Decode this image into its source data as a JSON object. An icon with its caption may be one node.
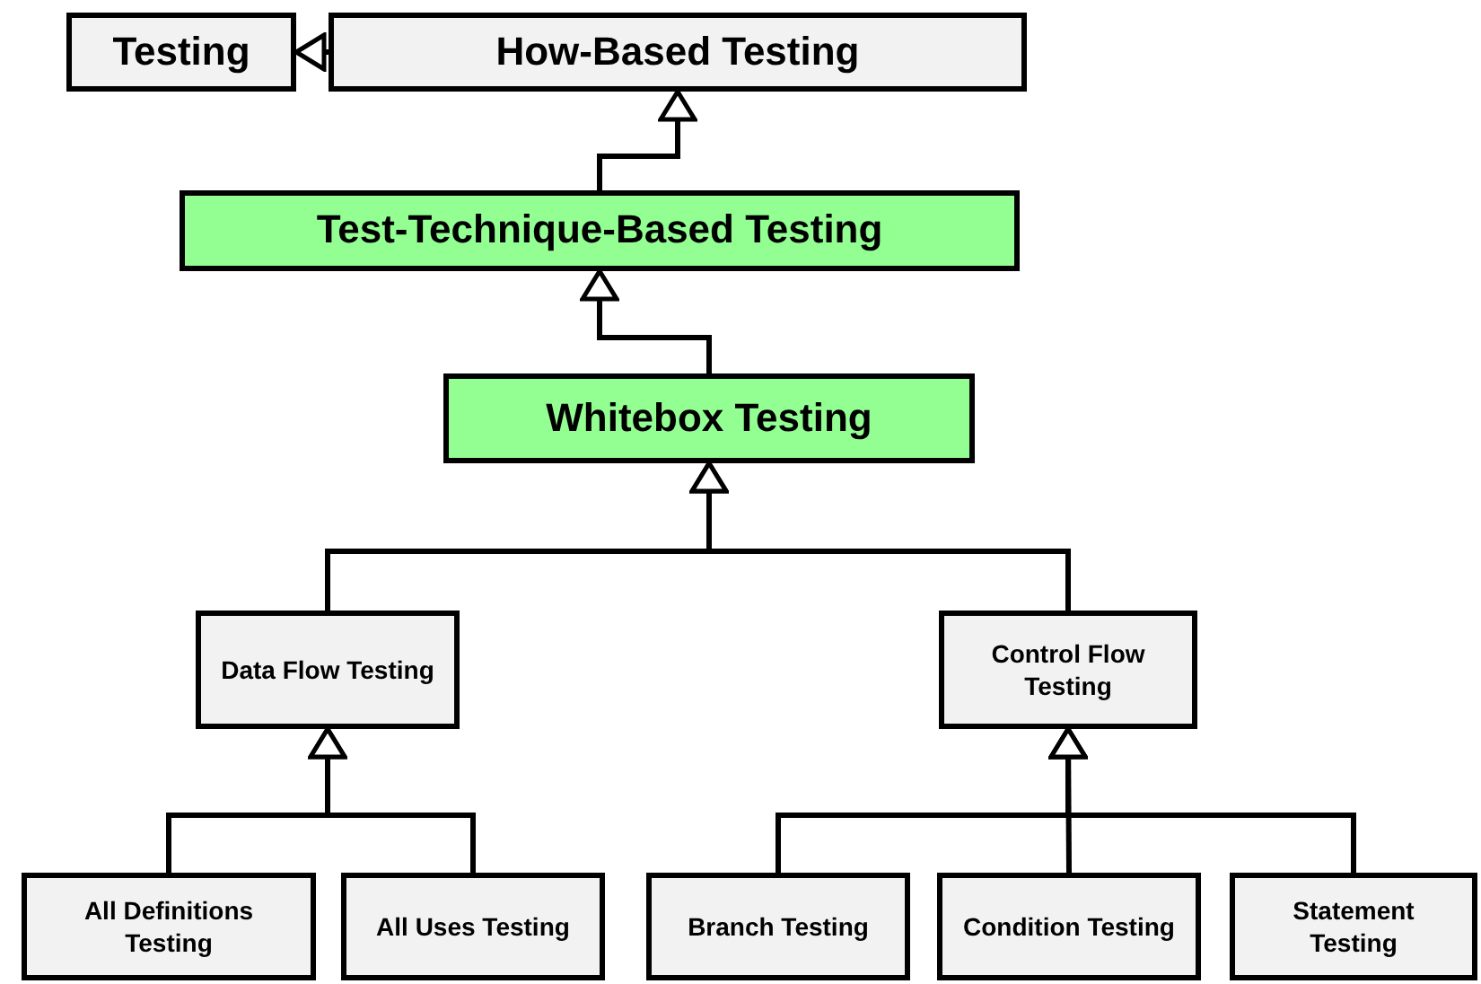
{
  "diagram": {
    "nodes": [
      {
        "text": [
          "Testing"
        ]
      },
      {
        "text": [
          "How-Based Testing"
        ]
      },
      {
        "text": [
          "Test-Technique-Based Testing"
        ]
      },
      {
        "text": [
          "Whitebox Testing"
        ]
      },
      {
        "text": [
          "Data Flow Testing"
        ]
      },
      {
        "text": [
          "Control Flow Testing"
        ]
      },
      {
        "text": [
          "All Definitions Testing"
        ]
      },
      {
        "text": [
          "All Uses Testing"
        ]
      },
      {
        "text": [
          "Branch Testing"
        ]
      },
      {
        "text": [
          "Condition Testing"
        ]
      },
      {
        "text": [
          "Statement Testing"
        ]
      }
    ],
    "edges": [
      {
        "from": 1,
        "to": 0,
        "arrow": "to"
      },
      {
        "from": 2,
        "to": 1,
        "arrow": "to"
      },
      {
        "from": 3,
        "to": 2,
        "arrow": "to"
      },
      {
        "from": 4,
        "to": 3,
        "arrow": "to"
      },
      {
        "from": 5,
        "to": 3,
        "arrow": "to"
      },
      {
        "from": 6,
        "to": 4,
        "arrow": "to"
      },
      {
        "from": 7,
        "to": 4,
        "arrow": "to"
      },
      {
        "from": 8,
        "to": 5,
        "arrow": "to"
      },
      {
        "from": 9,
        "to": 5,
        "arrow": "to"
      },
      {
        "from": 10,
        "to": 5,
        "arrow": "to"
      }
    ]
  }
}
